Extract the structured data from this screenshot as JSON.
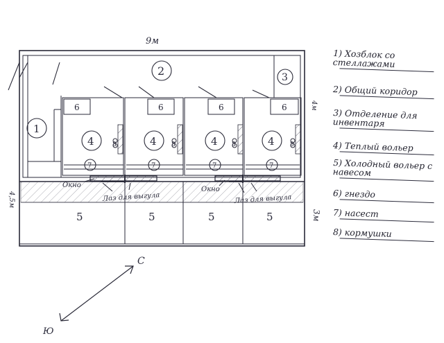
{
  "dimensions": {
    "length": "9м",
    "width_top": "4м",
    "width_left": "4,5м",
    "width_right": "3м"
  },
  "room_numbers": {
    "utility": "1",
    "corridor": "2",
    "equipment": "3",
    "warm_pen": "4",
    "run": "5",
    "nest": "6",
    "perch": "7",
    "feeder": "8"
  },
  "annotations": {
    "window": "Окно",
    "hatch": "Лаз для выгула"
  },
  "compass": {
    "north": "С",
    "south": "Ю"
  },
  "legend": [
    {
      "text": "1) Хозблок со стеллажами"
    },
    {
      "text": "2) Общий коридор"
    },
    {
      "text": "3) Отделение для инвентаря"
    },
    {
      "text": "4) Теплый вольер"
    },
    {
      "text": "5) Холодный вольер с навесом"
    },
    {
      "text": "6) гнездо"
    },
    {
      "text": "7) насест"
    },
    {
      "text": "8) кормушки"
    }
  ]
}
